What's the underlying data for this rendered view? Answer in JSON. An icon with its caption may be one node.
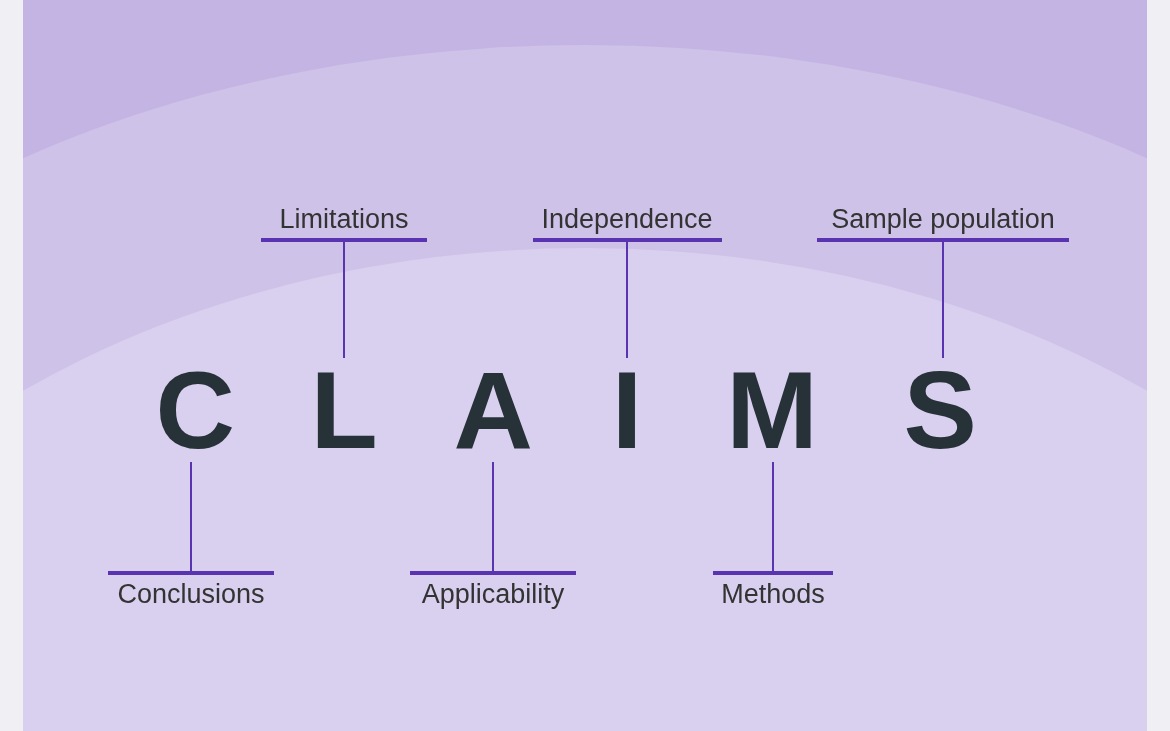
{
  "diagram": {
    "nodes": [
      {
        "text": [
          "Limitations"
        ]
      },
      {
        "text": [
          "Independence"
        ]
      },
      {
        "text": [
          "Sample population"
        ]
      },
      {
        "text": [
          "C"
        ]
      },
      {
        "text": [
          "L"
        ]
      },
      {
        "text": [
          "A"
        ]
      },
      {
        "text": [
          "I"
        ]
      },
      {
        "text": [
          "M"
        ]
      },
      {
        "text": [
          "S"
        ]
      },
      {
        "text": [
          "Conclusions"
        ]
      },
      {
        "text": [
          "Applicability"
        ]
      },
      {
        "text": [
          "Methods"
        ]
      }
    ],
    "edges": [
      {
        "from": 0,
        "to": 4,
        "arrow": "none"
      },
      {
        "from": 1,
        "to": 6,
        "arrow": "none"
      },
      {
        "from": 2,
        "to": 8,
        "arrow": "none"
      },
      {
        "from": 9,
        "to": 3,
        "arrow": "none"
      },
      {
        "from": 10,
        "to": 5,
        "arrow": "none"
      },
      {
        "from": 11,
        "to": 7,
        "arrow": "none"
      }
    ]
  }
}
